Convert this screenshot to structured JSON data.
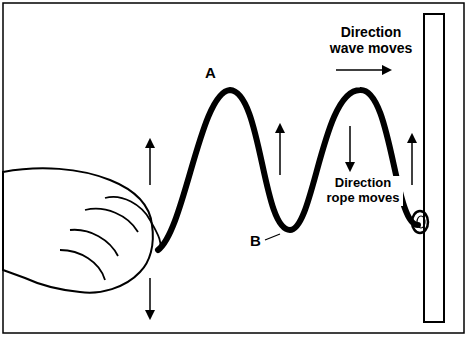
{
  "diagram": {
    "labels": [
      "Direction wave moves",
      "A",
      "Direction rope moves",
      "B"
    ]
  }
}
